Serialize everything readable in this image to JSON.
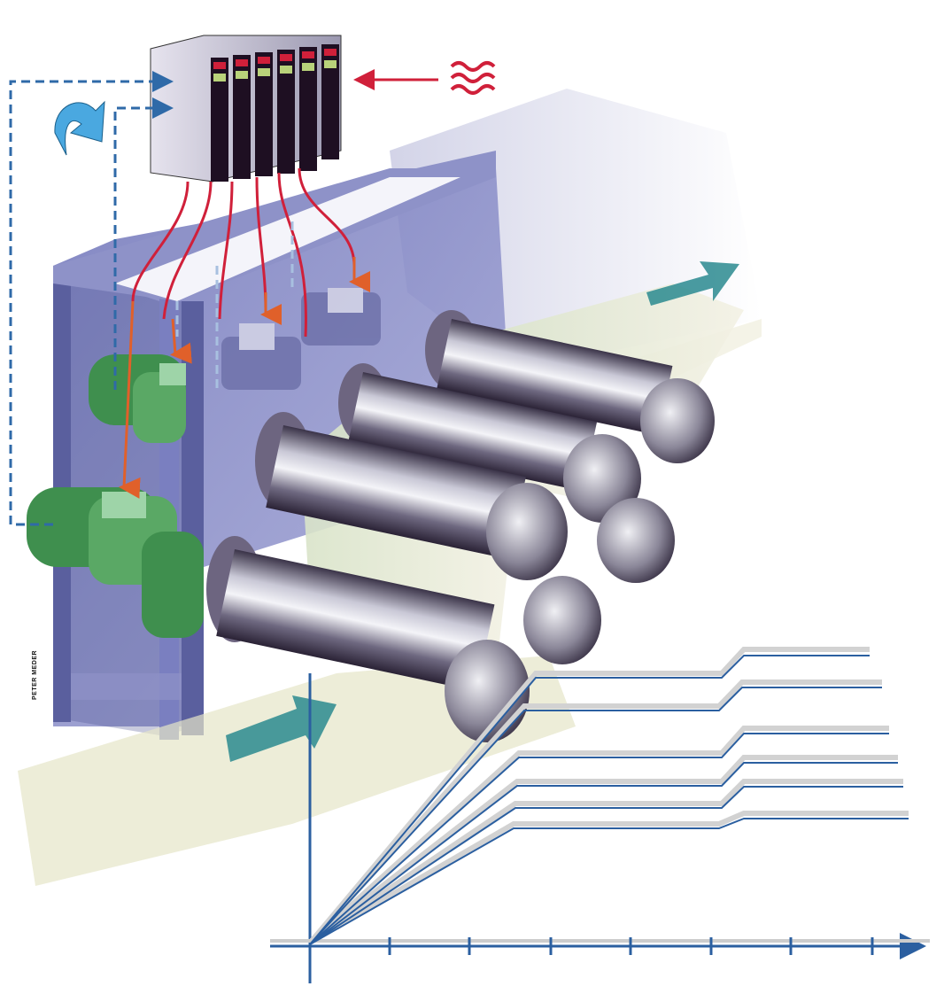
{
  "illustration": {
    "signature": "PETER MEDER",
    "colors": {
      "frame": "#5a5f9e",
      "control_signal": "#2f6aa8",
      "power_line": "#d0203a",
      "drive_arrow": "#e0602a",
      "motor": "#3f8f4e",
      "web_arrow": "#2a8a8f",
      "graph": "#2b5fa0"
    },
    "graph": {
      "x_ticks": 7,
      "curves": 6
    }
  }
}
